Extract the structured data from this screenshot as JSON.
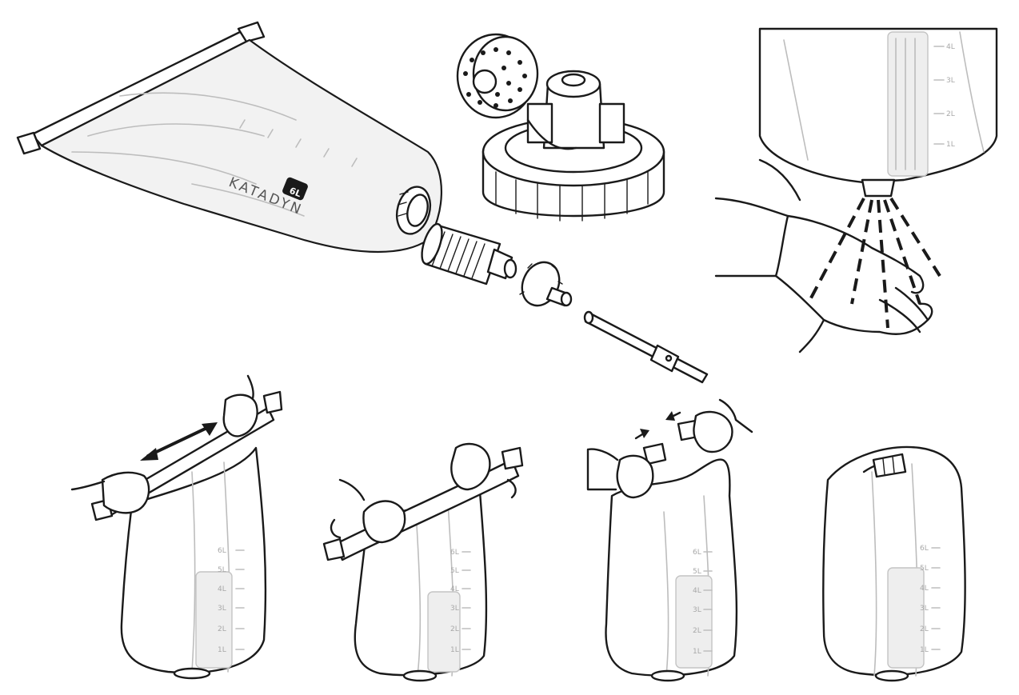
{
  "bag": {
    "brand": "KATADYN",
    "capacity_badge": "6L"
  },
  "volume_marks_4": [
    "4L",
    "3L",
    "2L",
    "1L"
  ],
  "volume_marks_6": [
    "6L",
    "5L",
    "4L",
    "3L",
    "2L",
    "1L"
  ]
}
